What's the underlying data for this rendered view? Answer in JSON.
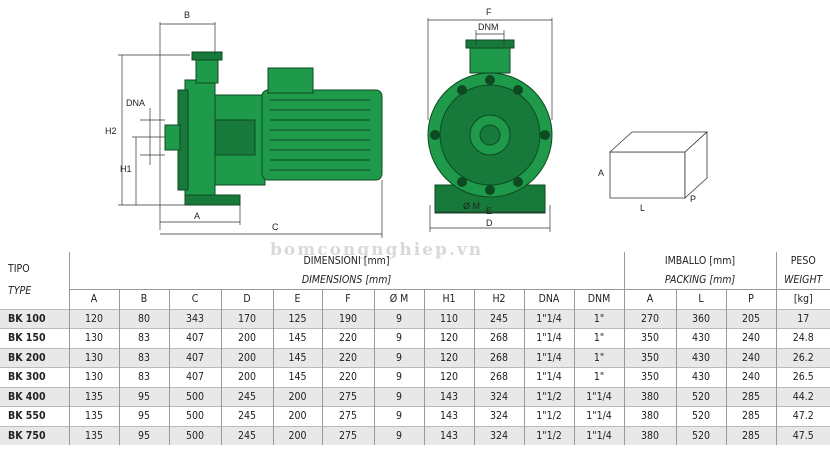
{
  "drawing": {
    "labels": {
      "B": "B",
      "H2": "H2",
      "DNA": "DNA",
      "H1": "H1",
      "A": "A",
      "C": "C",
      "F": "F",
      "DNM": "DNM",
      "OM": "Ø M",
      "E": "E",
      "D": "D",
      "boxA": "A",
      "boxL": "L",
      "boxP": "P"
    }
  },
  "watermark": "bomcongnghiep.vn",
  "table": {
    "tipo": "TIPO",
    "type": "TYPE",
    "dim_it": "DIMENSIONI [mm]",
    "dim_en": "DIMENSIONS [mm]",
    "pack_it": "IMBALLO [mm]",
    "pack_en": "PACKING [mm]",
    "peso": "PESO",
    "weight": "WEIGHT",
    "columns": [
      "A",
      "B",
      "C",
      "D",
      "E",
      "F",
      "Ø M",
      "H1",
      "H2",
      "DNA",
      "DNM",
      "A",
      "L",
      "P",
      "[kg]"
    ],
    "rows": [
      [
        "BK 100",
        "120",
        "80",
        "343",
        "170",
        "125",
        "190",
        "9",
        "110",
        "245",
        "1\"1/4",
        "1\"",
        "270",
        "360",
        "205",
        "17"
      ],
      [
        "BK 150",
        "130",
        "83",
        "407",
        "200",
        "145",
        "220",
        "9",
        "120",
        "268",
        "1\"1/4",
        "1\"",
        "350",
        "430",
        "240",
        "24.8"
      ],
      [
        "BK 200",
        "130",
        "83",
        "407",
        "200",
        "145",
        "220",
        "9",
        "120",
        "268",
        "1\"1/4",
        "1\"",
        "350",
        "430",
        "240",
        "26.2"
      ],
      [
        "BK 300",
        "130",
        "83",
        "407",
        "200",
        "145",
        "220",
        "9",
        "120",
        "268",
        "1\"1/4",
        "1\"",
        "350",
        "430",
        "240",
        "26.5"
      ],
      [
        "BK 400",
        "135",
        "95",
        "500",
        "245",
        "200",
        "275",
        "9",
        "143",
        "324",
        "1\"1/2",
        "1\"1/4",
        "380",
        "520",
        "285",
        "44.2"
      ],
      [
        "BK 550",
        "135",
        "95",
        "500",
        "245",
        "200",
        "275",
        "9",
        "143",
        "324",
        "1\"1/2",
        "1\"1/4",
        "380",
        "520",
        "285",
        "47.2"
      ],
      [
        "BK 750",
        "135",
        "95",
        "500",
        "245",
        "200",
        "275",
        "9",
        "143",
        "324",
        "1\"1/2",
        "1\"1/4",
        "380",
        "520",
        "285",
        "47.5"
      ]
    ]
  }
}
